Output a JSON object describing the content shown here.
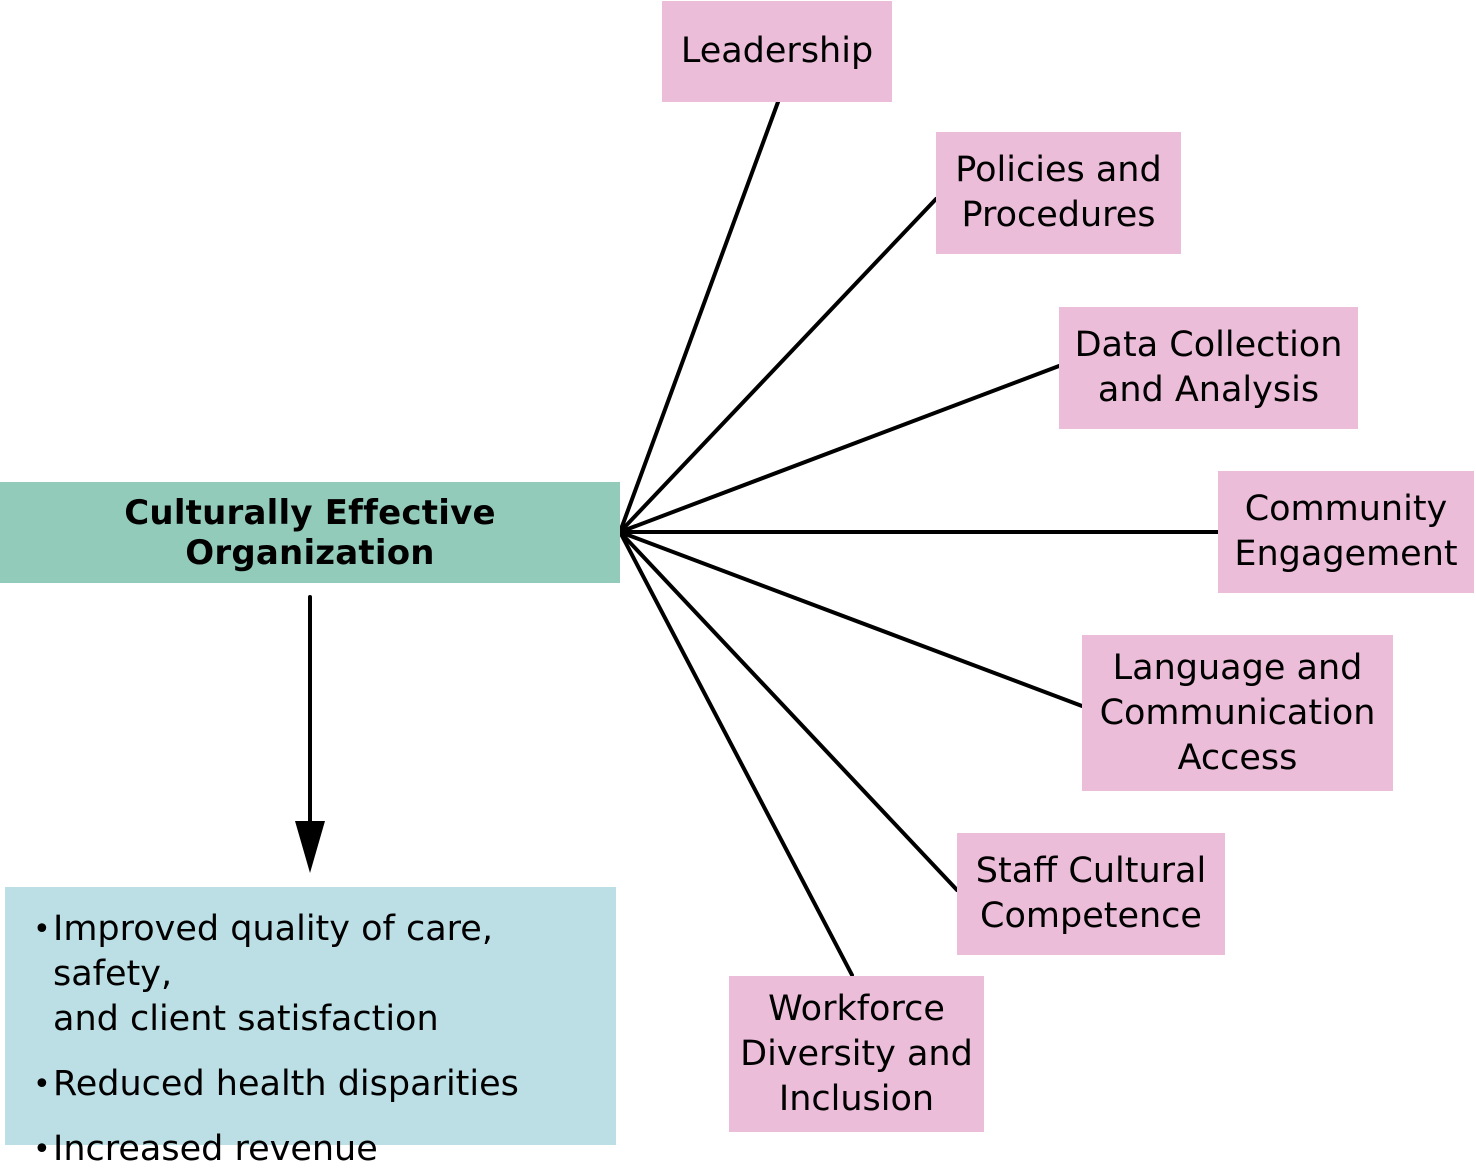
{
  "center": {
    "label": "Culturally Effective Organization"
  },
  "factors": [
    {
      "label": "Leadership"
    },
    {
      "label": "Policies and\nProcedures"
    },
    {
      "label": "Data Collection\nand Analysis"
    },
    {
      "label": "Community\nEngagement"
    },
    {
      "label": "Language and\nCommunication\nAccess"
    },
    {
      "label": "Staff Cultural\nCompetence"
    },
    {
      "label": "Workforce\nDiversity and\nInclusion"
    }
  ],
  "outcomes": {
    "items": [
      {
        "text": "Improved quality of care, safety,\nand client satisfaction"
      },
      {
        "text": "Reduced health disparities"
      },
      {
        "text": "Increased revenue"
      }
    ]
  },
  "colors": {
    "center_box": "#93cbbb",
    "factor_box": "#ebbdd9",
    "outcome_box": "#bcdfe6",
    "lines": "#000000"
  }
}
